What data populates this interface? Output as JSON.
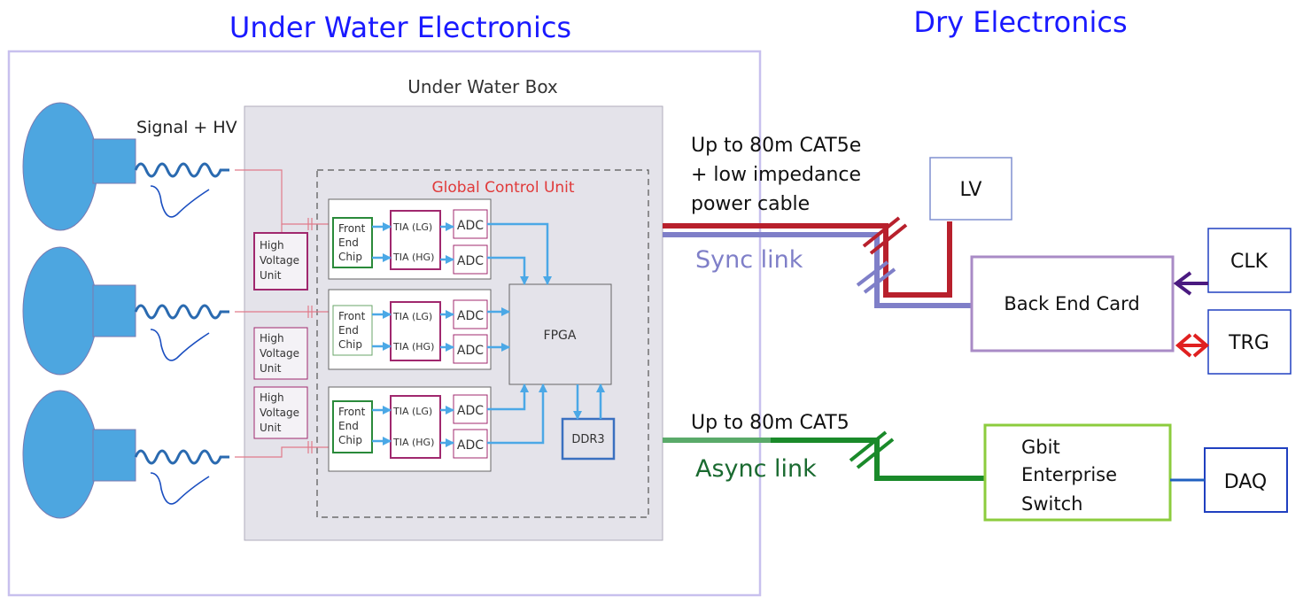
{
  "titles": {
    "under_water": "Under Water Electronics",
    "dry": "Dry Electronics"
  },
  "underwater": {
    "box_label": "Under Water Box",
    "signal_label": "Signal + HV",
    "gcu_label": "Global Control Unit",
    "hv_unit_label": [
      "High",
      "Voltage",
      "Unit"
    ],
    "front_end_label": [
      "Front",
      "End",
      "Chip"
    ],
    "tia_lg": "TIA (LG)",
    "tia_hg": "TIA (HG)",
    "adc": "ADC",
    "fpga": "FPGA",
    "ddr3": "DDR3"
  },
  "links": {
    "cable_top": [
      "Up to 80m CAT5e",
      "+ low impedance",
      "power cable"
    ],
    "sync": "Sync link",
    "cable_bottom": "Up to 80m CAT5",
    "async": "Async link"
  },
  "dry": {
    "lv": "LV",
    "back_end_card": "Back End Card",
    "clk": "CLK",
    "trg": "TRG",
    "switch": [
      "Gbit",
      "Enterprise",
      "Switch"
    ],
    "daq": "DAQ"
  },
  "colors": {
    "title_blue": "#1a1aff",
    "pmt_blue": "#4da6e0",
    "power_red": "#b8202c",
    "sync_purple": "#7f7fc8",
    "async_green": "#1a8a2a",
    "gcu_red": "#e03a3a",
    "magenta": "#a0286e",
    "back_end_purple": "#a98bc6",
    "switch_green": "#8ccc3e",
    "daq_blue": "#2040c0",
    "clk_arrow": "#4a1a80",
    "trg_arrow": "#e02020"
  }
}
